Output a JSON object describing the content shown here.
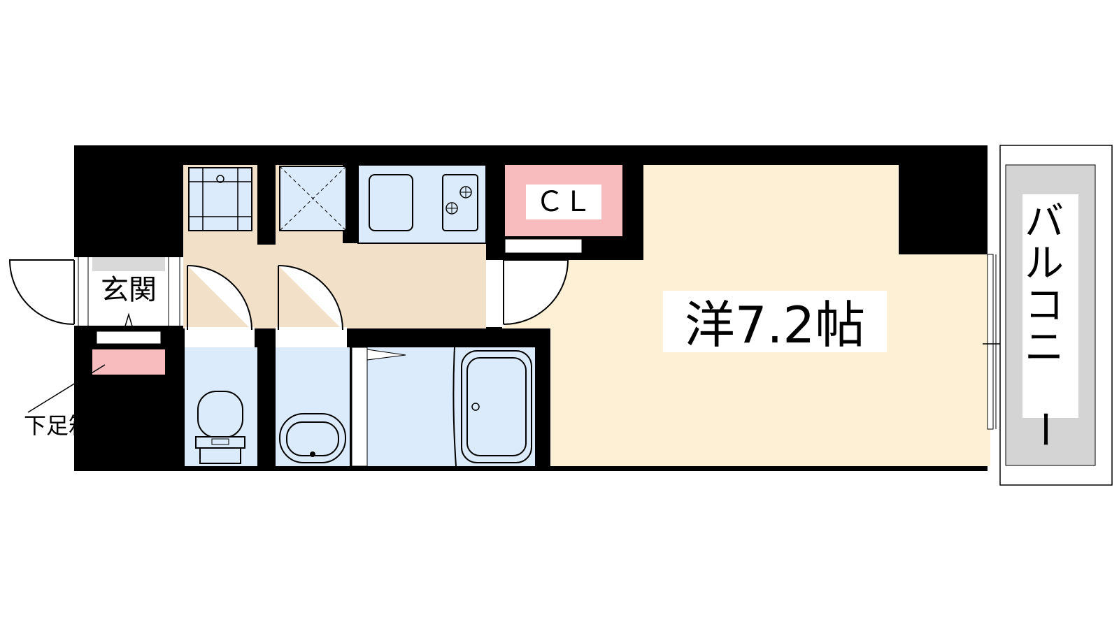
{
  "labels": {
    "entrance": "玄関",
    "shoe_box": "下足箱",
    "closet": "ＣＬ",
    "main_room": "洋7.2帖",
    "balcony": [
      "バ",
      "ル",
      "コ",
      "ニ",
      "ー"
    ]
  },
  "colors": {
    "wall": "#000000",
    "main_room": "#fdf0d4",
    "kitchen_hall": "#f2e1c8",
    "wet_area": "#dcebfb",
    "closet": "#f8bcbf",
    "shoe_box": "#f8bcbf",
    "balcony": "#d4d4d4",
    "entrance_floor": "#d9d9d9"
  }
}
